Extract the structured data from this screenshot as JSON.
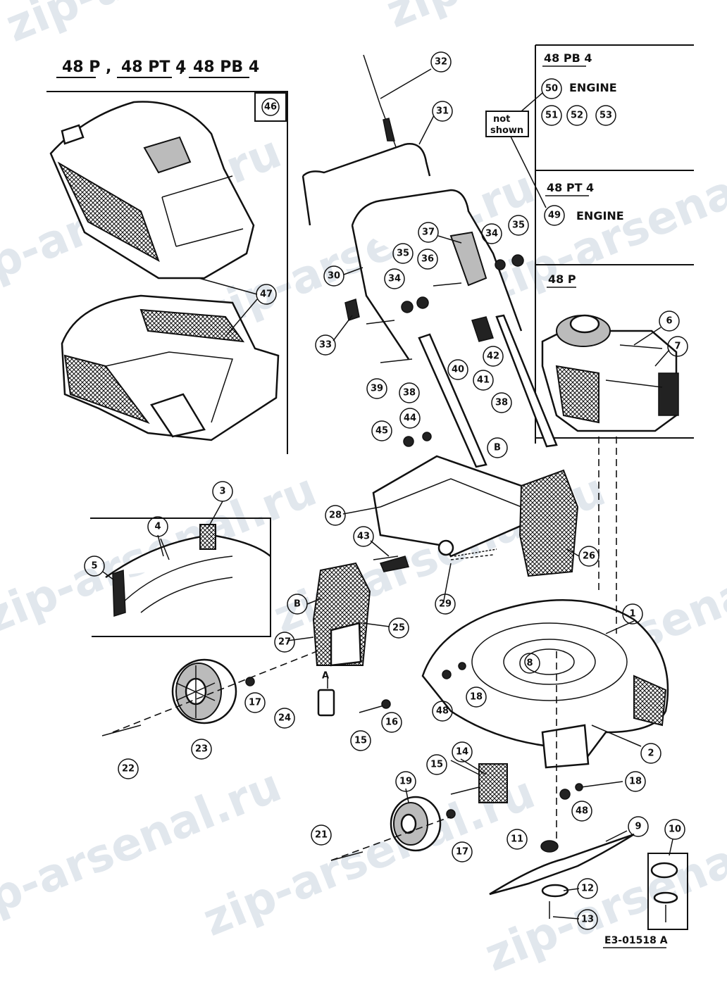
{
  "models": [
    "48 P",
    "48 PT 4",
    "48 PB 4"
  ],
  "model_separator": ",",
  "variant_boxes": {
    "pb4": {
      "title": "48 PB 4",
      "engine_label": "ENGINE",
      "engine_part": "50",
      "extra_parts": [
        "51",
        "52",
        "53"
      ]
    },
    "pt4": {
      "title": "48 PT 4",
      "engine_label": "ENGINE",
      "engine_part": "49"
    },
    "p": {
      "title": "48 P"
    }
  },
  "not_shown_note": [
    "not",
    "shown"
  ],
  "catcher_ref": "46",
  "drawing_number": "E3-01518 A",
  "watermark_text": "zip-arsenal.ru",
  "part_numbers": [
    "1",
    "2",
    "3",
    "4",
    "5",
    "6",
    "7",
    "8",
    "9",
    "10",
    "11",
    "12",
    "13",
    "14",
    "15",
    "16",
    "17",
    "18",
    "19",
    "21",
    "22",
    "23",
    "24",
    "25",
    "26",
    "27",
    "28",
    "29",
    "30",
    "31",
    "32",
    "33",
    "34",
    "35",
    "37",
    "38",
    "39",
    "40",
    "41",
    "42",
    "43",
    "44",
    "45",
    "46",
    "47",
    "48",
    "49",
    "50",
    "51",
    "52",
    "53"
  ],
  "letter_refs": [
    "A",
    "B"
  ]
}
